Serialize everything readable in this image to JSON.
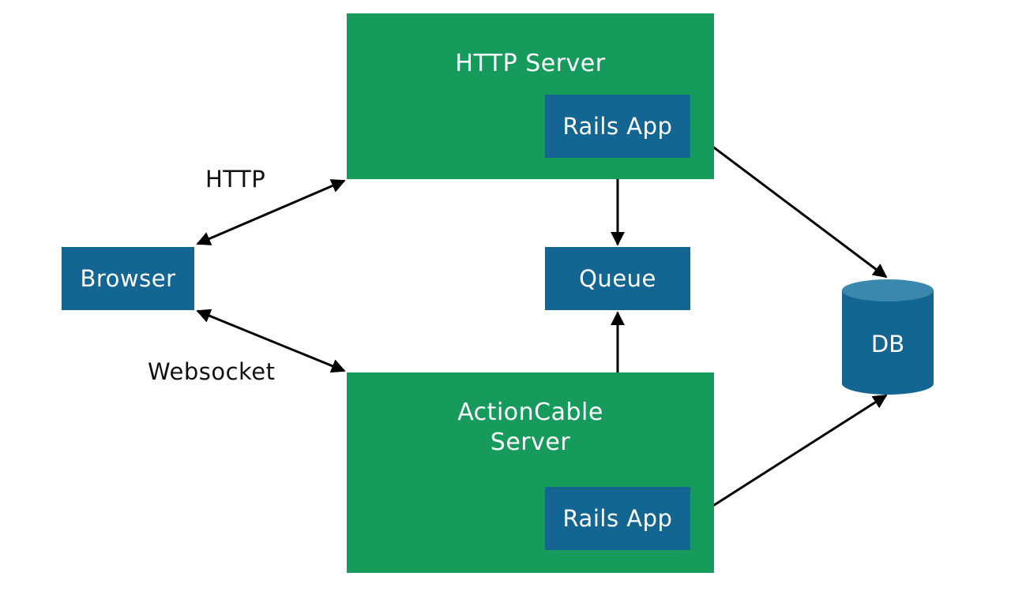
{
  "nodes": {
    "http_server": {
      "label": "HTTP Server"
    },
    "actioncable_server": {
      "label_line1": "ActionCable",
      "label_line2": "Server"
    },
    "rails_app_top": {
      "label": "Rails App"
    },
    "rails_app_bottom": {
      "label": "Rails App"
    },
    "browser": {
      "label": "Browser"
    },
    "queue": {
      "label": "Queue"
    },
    "db": {
      "label": "DB"
    }
  },
  "edges": {
    "http": {
      "label": "HTTP"
    },
    "websocket": {
      "label": "Websocket"
    }
  },
  "colors": {
    "server": "#169b5d",
    "node": "#136691",
    "db_top": "#3b88ae",
    "arrow": "#000000"
  }
}
